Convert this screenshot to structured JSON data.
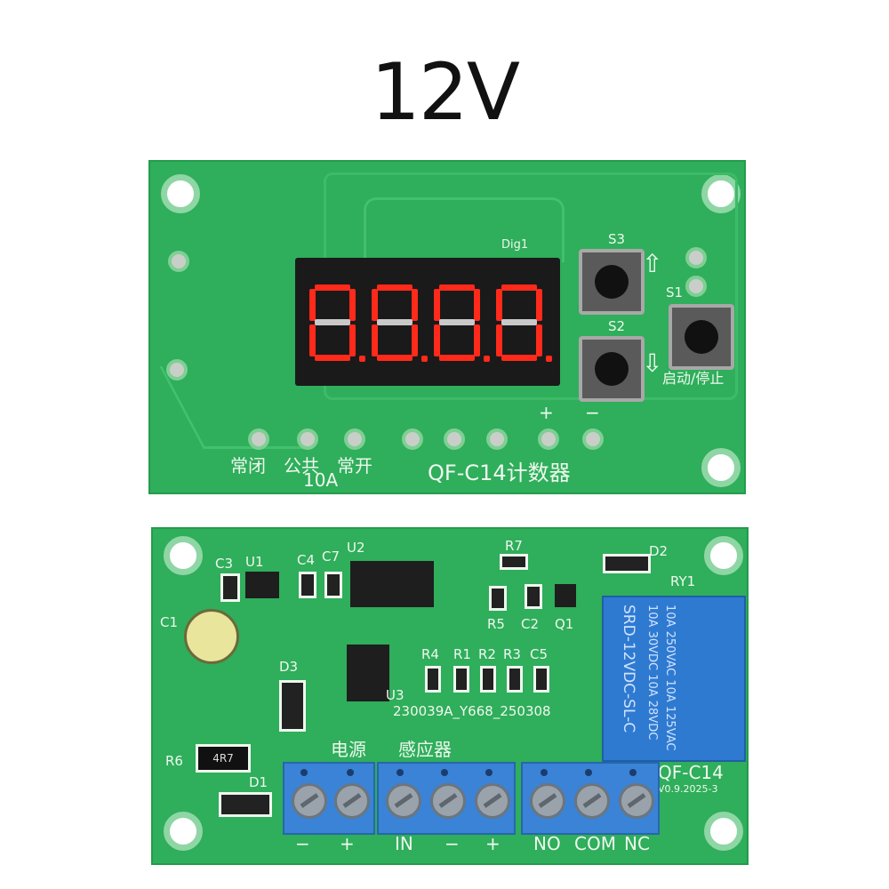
{
  "title": "12V",
  "top_board": {
    "dig_label": "Dig1",
    "s3": "S3",
    "s2": "S2",
    "s1": "S1",
    "s1_caption": "启动/停止",
    "relay_labels": [
      "常闭",
      "公共",
      "常开"
    ],
    "current_rating": "10A",
    "plus": "+",
    "minus": "−",
    "model": "QF-C14计数器"
  },
  "bottom_board": {
    "labels": {
      "c3": "C3",
      "u1": "U1",
      "c4": "C4",
      "c7": "C7",
      "u2": "U2",
      "r7": "R7",
      "d2": "D2",
      "ry1": "RY1",
      "c1": "C1",
      "r5": "R5",
      "c2": "C2",
      "q1": "Q1",
      "d3": "D3",
      "r4": "R4",
      "r1": "R1",
      "r2": "R2",
      "r3": "R3",
      "c5": "C5",
      "u3": "U3",
      "r6": "R6",
      "d1": "D1"
    },
    "serial": "230039A_Y668_250308",
    "power_label": "电源",
    "sensor_label": "感应器",
    "r6_value": "4R7",
    "model": "QF-C14",
    "version": "V0.9.2025-3",
    "relay": {
      "line1": "SRD-12VDC-SL-C",
      "line2": "10A 250VAC  10A 125VAC",
      "line3": "10A 30VDC   10A 28VDC"
    },
    "terminals": [
      "−",
      "+",
      "IN",
      "−",
      "+",
      "NO",
      "COM",
      "NC"
    ]
  }
}
